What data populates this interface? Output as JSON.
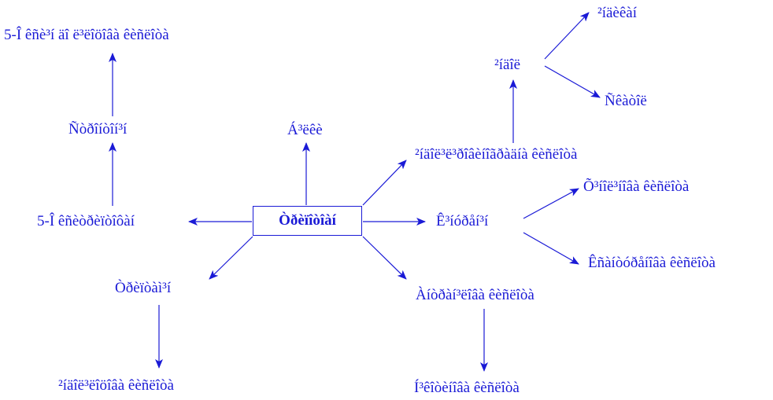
{
  "diagram": {
    "center": "Òðèïîòîàí",
    "nodes": {
      "top_left": "5-Î êñè³í äî ë³ëîöîâà êèñëîòà",
      "strontium": "Ñòðîíòîí³í",
      "left": "5-Î êñèòðèïòîôàí",
      "lysine": "Á³ëêè",
      "tryptamine": "Òðèïòàì³í",
      "bottom_left": "²íäîë³ëîöîâà êèñëîòà",
      "right_top_mid": "²íäîë³ë³ðîâèíîãðàäíà êèñëîòà",
      "indole": "²íäîë",
      "indican": "²íäèêàí",
      "skatole": "Ñêàòîë",
      "kynurenine": "Ê³íóðåí³í",
      "xanthurenic": "Õ³íîë³íîâà êèñëîòà",
      "kynurenic": "Êñàíòóðåíîâà êèñëîòà",
      "anthranilic": "Àíòðàí³ëîâà êèñëîòà",
      "nicotinic": "Í³êîòèíîâà êèñëîòà"
    }
  },
  "colors": {
    "ink": "#1a1ad6"
  }
}
